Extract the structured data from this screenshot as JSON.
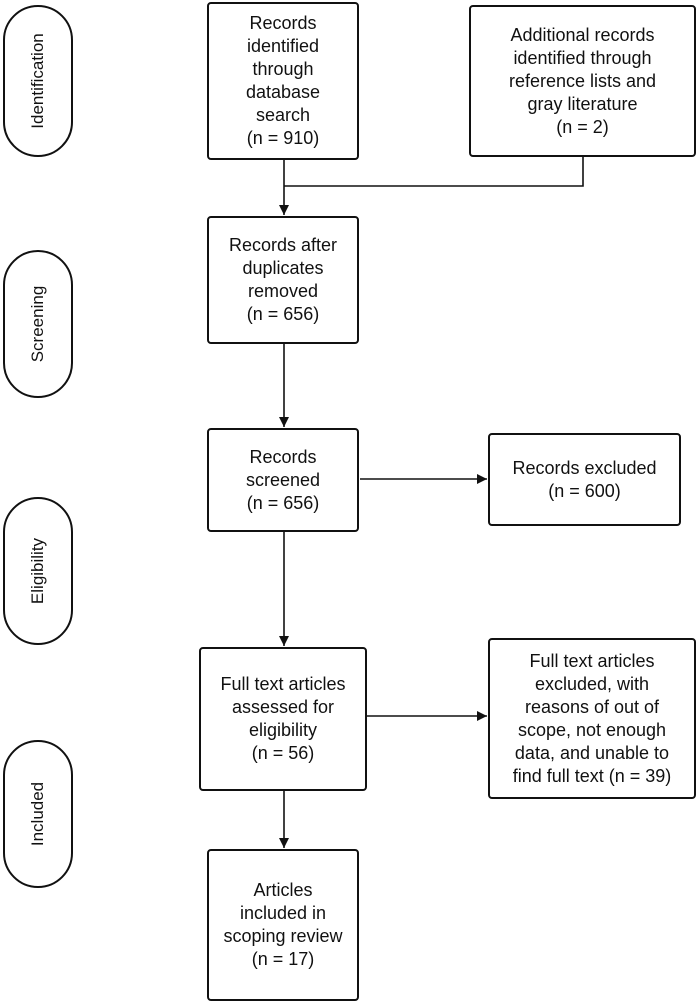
{
  "stages": [
    {
      "id": "identification",
      "label": "Identification"
    },
    {
      "id": "screening",
      "label": "Screening"
    },
    {
      "id": "eligibility",
      "label": "Eligibility"
    },
    {
      "id": "included",
      "label": "Included"
    }
  ],
  "boxes": {
    "db_search": {
      "lines": [
        "Records",
        "identified",
        "through",
        "database",
        "search",
        "(n = 910)"
      ]
    },
    "additional": {
      "lines": [
        "Additional records",
        "identified through",
        "reference lists and",
        "gray literature",
        "(n = 2)"
      ]
    },
    "after_duplicates": {
      "lines": [
        "Records after",
        "duplicates",
        "removed",
        "(n = 656)"
      ]
    },
    "screened": {
      "lines": [
        "Records",
        "screened",
        "(n = 656)"
      ]
    },
    "excluded": {
      "lines": [
        "Records excluded",
        "(n = 600)"
      ]
    },
    "full_text": {
      "lines": [
        "Full text articles",
        "assessed for",
        "eligibility",
        "(n = 56)"
      ]
    },
    "full_text_excluded": {
      "lines": [
        "Full text articles",
        "excluded, with",
        "reasons of out of",
        "scope, not enough",
        "data, and unable to",
        "find full text (n = 39)"
      ]
    },
    "included": {
      "lines": [
        "Articles",
        "included in",
        "scoping review",
        "(n = 17)"
      ]
    }
  }
}
